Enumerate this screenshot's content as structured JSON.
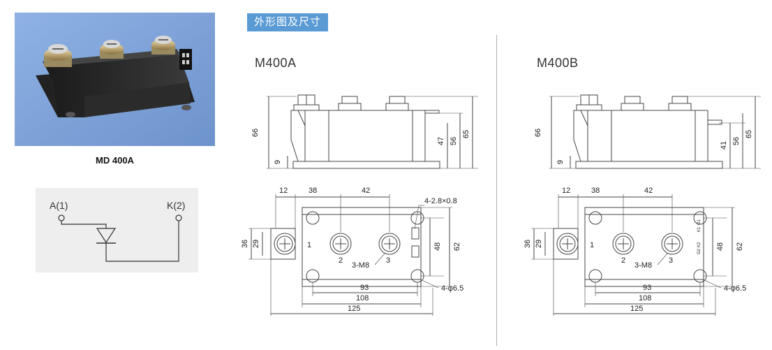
{
  "product_photo": {
    "caption": "MD 400A"
  },
  "schematic": {
    "anode_label": "A(1)",
    "cathode_label": "K(2)"
  },
  "section": {
    "title": "外形图及尺寸"
  },
  "model_a": {
    "title": "M400A",
    "side_view": {
      "height_total": "66",
      "base": "9",
      "dim_47": "47",
      "dim_56": "56",
      "dim_65": "65"
    },
    "top_view": {
      "dim_12": "12",
      "dim_38": "38",
      "dim_42": "42",
      "slot_note": "4-2.8×0.8",
      "dim_36": "36",
      "dim_29": "29",
      "pin1": "1",
      "pin2": "2",
      "pin3": "3",
      "screw_note": "3-M8",
      "dim_48": "48",
      "dim_62": "62",
      "dim_93": "93",
      "dim_108": "108",
      "dim_125": "125",
      "hole_note": "4-φ6.5"
    }
  },
  "model_b": {
    "title": "M400B",
    "side_view": {
      "height_total": "66",
      "base": "9",
      "dim_41": "41",
      "dim_56": "56",
      "dim_65": "65"
    },
    "top_view": {
      "dim_12": "12",
      "dim_38": "38",
      "dim_42": "42",
      "dim_36": "36",
      "dim_29": "29",
      "pin1": "1",
      "pin2": "2",
      "pin3": "3",
      "screw_note": "3-M8",
      "dim_48": "48",
      "dim_62": "62",
      "dim_93": "93",
      "dim_108": "108",
      "dim_125": "125",
      "hole_note": "4-φ6.5",
      "terminal_labels": [
        "K1",
        "G1",
        "G2",
        "K2"
      ]
    }
  },
  "colors": {
    "tab_blue": "#5b9bd5",
    "photo_bg": "#7da1d6",
    "module_body": "#2a2a2a"
  }
}
